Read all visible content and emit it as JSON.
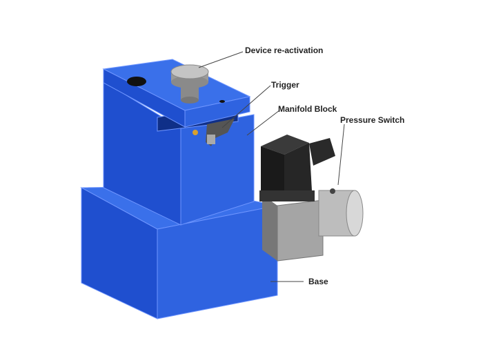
{
  "labels": {
    "device_reactivation": "Device re-activation",
    "trigger": "Trigger",
    "manifold_block": "Manifold Block",
    "pressure_switch": "Pressure Switch",
    "base": "Base"
  },
  "colors": {
    "block_front": "#2f63e0",
    "block_side": "#1f4fcf",
    "block_top": "#3a70ea",
    "switch_gray": "#a9a9a9",
    "connector_black": "#262626"
  }
}
